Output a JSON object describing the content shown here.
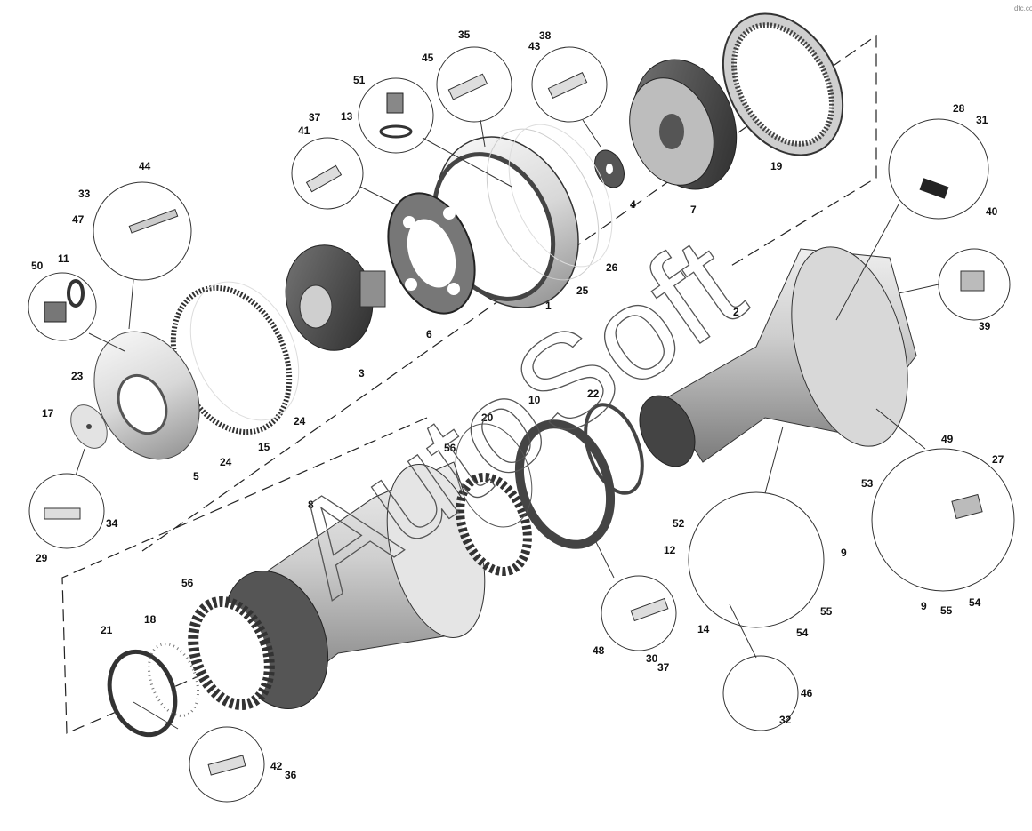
{
  "diagram": {
    "watermark": "AutoSoft",
    "corner_mark": "dtc.com",
    "callouts": [
      {
        "id": "1",
        "text": "1"
      },
      {
        "id": "2",
        "text": "2"
      },
      {
        "id": "3",
        "text": "3"
      },
      {
        "id": "4",
        "text": "4"
      },
      {
        "id": "5",
        "text": "5"
      },
      {
        "id": "6",
        "text": "6"
      },
      {
        "id": "7",
        "text": "7"
      },
      {
        "id": "8",
        "text": "8"
      },
      {
        "id": "9a",
        "text": "9"
      },
      {
        "id": "9b",
        "text": "9"
      },
      {
        "id": "10",
        "text": "10"
      },
      {
        "id": "11",
        "text": "11"
      },
      {
        "id": "12",
        "text": "12"
      },
      {
        "id": "13",
        "text": "13"
      },
      {
        "id": "14",
        "text": "14"
      },
      {
        "id": "15",
        "text": "15"
      },
      {
        "id": "17",
        "text": "17"
      },
      {
        "id": "18",
        "text": "18"
      },
      {
        "id": "19",
        "text": "19"
      },
      {
        "id": "20",
        "text": "20"
      },
      {
        "id": "21",
        "text": "21"
      },
      {
        "id": "22",
        "text": "22"
      },
      {
        "id": "23",
        "text": "23"
      },
      {
        "id": "24a",
        "text": "24"
      },
      {
        "id": "24b",
        "text": "24"
      },
      {
        "id": "25",
        "text": "25"
      },
      {
        "id": "26",
        "text": "26"
      },
      {
        "id": "27",
        "text": "27"
      },
      {
        "id": "28",
        "text": "28"
      },
      {
        "id": "29",
        "text": "29"
      },
      {
        "id": "30",
        "text": "30"
      },
      {
        "id": "31",
        "text": "31"
      },
      {
        "id": "32",
        "text": "32"
      },
      {
        "id": "33",
        "text": "33"
      },
      {
        "id": "34",
        "text": "34"
      },
      {
        "id": "35",
        "text": "35"
      },
      {
        "id": "36",
        "text": "36"
      },
      {
        "id": "37a",
        "text": "37"
      },
      {
        "id": "37b",
        "text": "37"
      },
      {
        "id": "38",
        "text": "38"
      },
      {
        "id": "39",
        "text": "39"
      },
      {
        "id": "40",
        "text": "40"
      },
      {
        "id": "41",
        "text": "41"
      },
      {
        "id": "42",
        "text": "42"
      },
      {
        "id": "43",
        "text": "43"
      },
      {
        "id": "44",
        "text": "44"
      },
      {
        "id": "45",
        "text": "45"
      },
      {
        "id": "46",
        "text": "46"
      },
      {
        "id": "47",
        "text": "47"
      },
      {
        "id": "48",
        "text": "48"
      },
      {
        "id": "49",
        "text": "49"
      },
      {
        "id": "50",
        "text": "50"
      },
      {
        "id": "51",
        "text": "51"
      },
      {
        "id": "52",
        "text": "52"
      },
      {
        "id": "53",
        "text": "53"
      },
      {
        "id": "54a",
        "text": "54"
      },
      {
        "id": "54b",
        "text": "54"
      },
      {
        "id": "55a",
        "text": "55"
      },
      {
        "id": "55b",
        "text": "55"
      },
      {
        "id": "56a",
        "text": "56"
      },
      {
        "id": "56b",
        "text": "56"
      }
    ]
  }
}
